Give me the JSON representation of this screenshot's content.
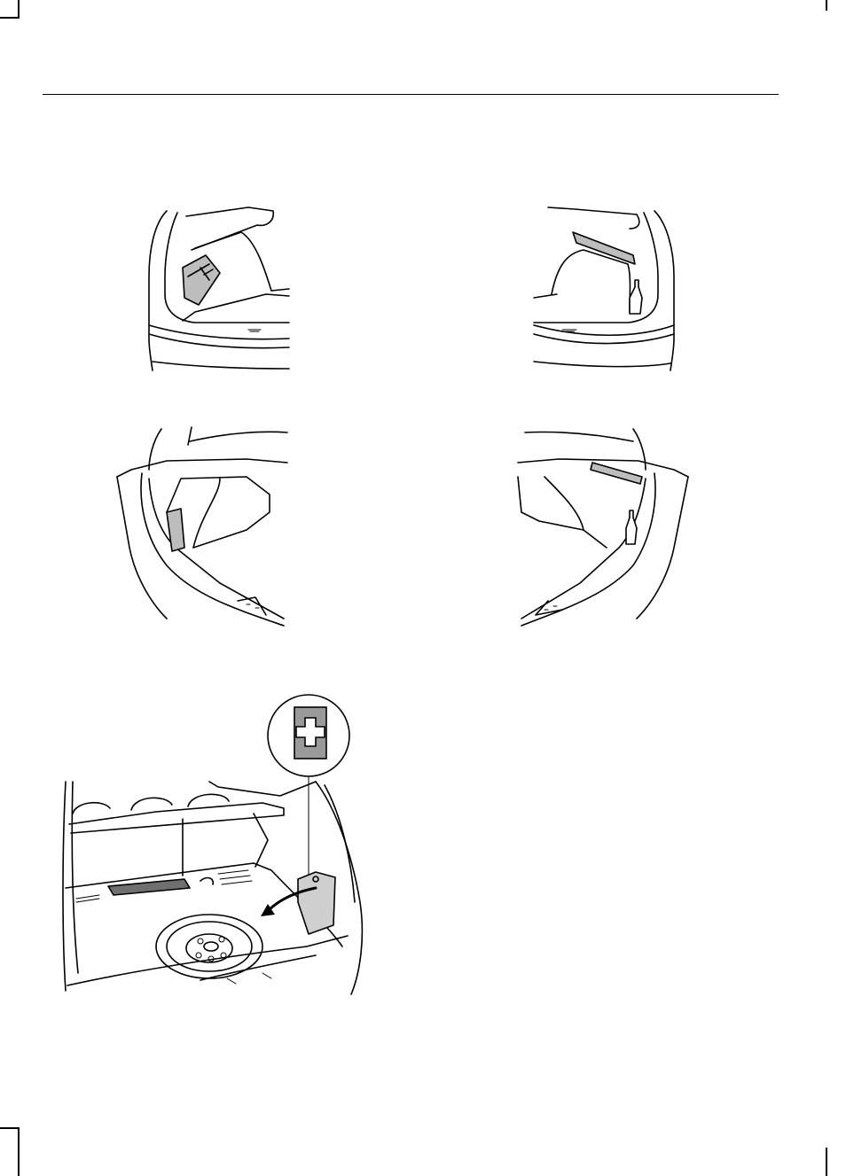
{
  "page": {
    "background": "#ffffff",
    "line_color": "#000000",
    "accent_gray": "#9a9a9a"
  },
  "figures": [
    {
      "id": "hatchback-left-box"
    },
    {
      "id": "hatchback-right-bottle"
    },
    {
      "id": "sedan-left-box"
    },
    {
      "id": "sedan-right-bottle"
    },
    {
      "id": "estate-spare-wheel-first-aid"
    }
  ],
  "icons": {
    "callout": "first-aid-cross-icon"
  }
}
